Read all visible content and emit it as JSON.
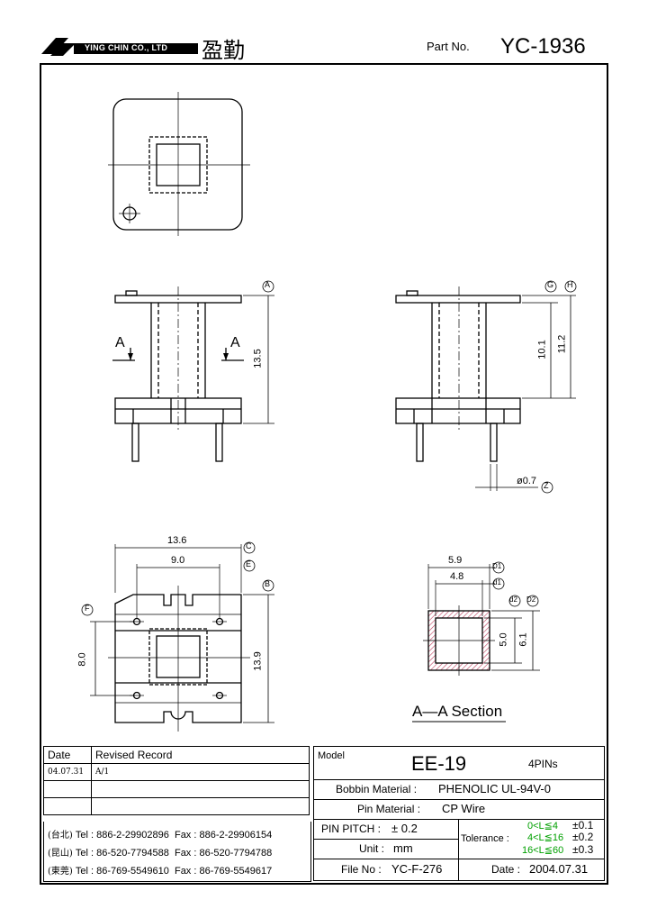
{
  "header": {
    "company_en": "YING CHIN CO., LTD",
    "company_cn": "盈勤",
    "part_no_label": "Part No.",
    "part_no": "YC-1936"
  },
  "dims": {
    "a": "A",
    "b": "B",
    "c": "C",
    "e": "E",
    "f": "F",
    "g": "G",
    "h": "H",
    "z": "Z",
    "d1_upper": "D1",
    "d1_lower": "d1",
    "d2_lower": "d2",
    "d2_upper": "D2",
    "side_height": "13.5",
    "side_g": "10.1",
    "side_h": "11.2",
    "pin_dia": "ø0.7",
    "bottom_width": "13.6",
    "bottom_pitch": "9.0",
    "bottom_height": "13.9",
    "bottom_f": "8.0",
    "sec_outer_w": "5.9",
    "sec_inner_w": "4.8",
    "sec_inner_h": "5.0",
    "sec_outer_h": "6.1",
    "section_title": "A—A  Section",
    "cut_left": "A",
    "cut_right": "A"
  },
  "revision": {
    "col_date": "Date",
    "col_record": "Revised Record",
    "rows": [
      {
        "date": "04.07.31",
        "record": "A/1"
      },
      {
        "date": "",
        "record": ""
      },
      {
        "date": "",
        "record": ""
      }
    ]
  },
  "contacts": [
    {
      "loc": "(台北)",
      "tel": "Tel : 886-2-29902896",
      "fax": "Fax : 886-2-29906154"
    },
    {
      "loc": "(昆山)",
      "tel": "Tel : 86-520-7794588",
      "fax": "Fax : 86-520-7794788"
    },
    {
      "loc": "(東莞)",
      "tel": "Tel : 86-769-5549610",
      "fax": "Fax : 86-769-5549617"
    }
  ],
  "spec": {
    "model_label": "Model",
    "model": "EE-19",
    "pins": "4PINs",
    "bobbin_label": "Bobbin  Material :",
    "bobbin": "PHENOLIC UL-94V-0",
    "pin_mat_label": "Pin  Material :",
    "pin_mat": "CP Wire",
    "pitch_label": "PIN  PITCH :",
    "pitch": "± 0.2",
    "unit_label": "Unit :",
    "unit": "mm",
    "file_label": "File  No :",
    "file": "YC-F-276",
    "tol_label": "Tolerance :",
    "tol_1_range": "0<L≦4",
    "tol_1": "±0.1",
    "tol_2_range": "4<L≦16",
    "tol_2": "±0.2",
    "tol_3_range": "16<L≦60",
    "tol_3": "±0.3",
    "date_label": "Date :",
    "date": "2004.07.31"
  }
}
